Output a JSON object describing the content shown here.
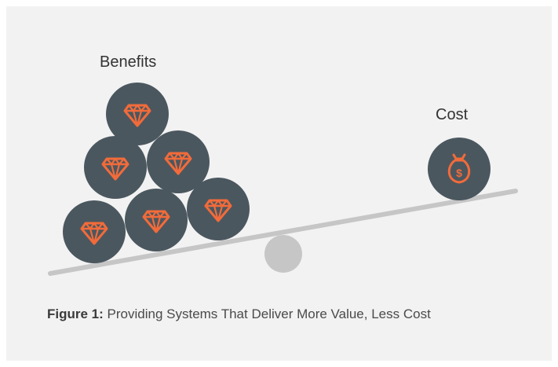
{
  "figure": {
    "benefits_label": "Benefits",
    "cost_label": "Cost",
    "caption_label": "Figure 1:",
    "caption_text": "Providing Systems That Deliver More Value, Less Cost",
    "benefit_icon": "gem-icon",
    "cost_icon": "money-bag-icon",
    "benefit_count": 6,
    "colors": {
      "panel_bg": "#f2f2f2",
      "ball_fill": "#4b575f",
      "icon_accent": "#f26b3a",
      "plank": "#c6c6c6",
      "fulcrum": "#c6c6c6"
    }
  }
}
